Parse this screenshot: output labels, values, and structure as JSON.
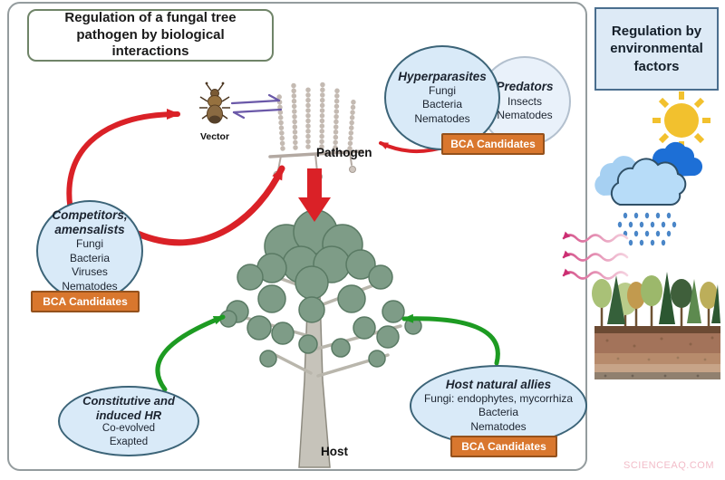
{
  "header": {
    "title": "Regulation of a fungal tree pathogen by biological interactions"
  },
  "env_panel": {
    "title": "Regulation by environmental factors",
    "icons": [
      "sun-icon",
      "rain-clouds-icon",
      "raindrops-icon",
      "heat-waves-icon",
      "forest-icon",
      "soil-profile-icon"
    ]
  },
  "nodes": {
    "vector_label": "Vector",
    "pathogen_label": "Pathogen",
    "host_label": "Host"
  },
  "bca_badge_label": "BCA Candidates",
  "ellipses": {
    "hyperparasites": {
      "title": "Hyperparasites",
      "items": [
        "Fungi",
        "Bacteria",
        "Nematodes"
      ]
    },
    "predators": {
      "title": "Predators",
      "items": [
        "Insects",
        "Nematodes"
      ]
    },
    "competitors": {
      "title": "Competitors, amensalists",
      "items": [
        "Fungi",
        "Bacteria",
        "Viruses",
        "Nematodes"
      ]
    },
    "host_defense": {
      "title": "Constitutive and induced HR",
      "items": [
        "Co-evolved",
        "Exapted"
      ]
    },
    "host_allies": {
      "title": "Host natural allies",
      "items": [
        "Fungi: endophytes, mycorrhiza",
        "Bacteria",
        "Nematodes"
      ]
    }
  },
  "watermark": "SCIENCEAQ.COM",
  "colors": {
    "panel_border": "#949c9e",
    "title_border": "#6f8468",
    "env_fill": "#ddeaf6",
    "env_border": "#4a6e8e",
    "ellipse_fill": "#d9eaf8",
    "ellipse_border": "#3c6478",
    "predators_fill": "#e9f1fa",
    "predators_border": "#b3c0ce",
    "badge_bg": "#d9772e",
    "badge_border": "#94511c",
    "badge_text": "#ffffff",
    "arrow_red": "#da2127",
    "arrow_green": "#1d9b22",
    "arrow_pink": "#cc2e72",
    "equilibrium_purple": "#6a58a8",
    "tree_foliage": "#7e9c87",
    "tree_trunk": "#c6c3ba",
    "pathogen_tan": "#c4bab2",
    "sun_yellow": "#f2c12e"
  }
}
